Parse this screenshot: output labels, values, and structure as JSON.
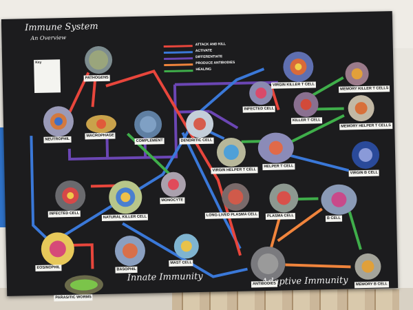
{
  "title": "Immune System",
  "subtitle": "An Overview",
  "key_heading": "Key",
  "legend": [
    {
      "label": "ATTACK AND KILL",
      "color": "#e8463c"
    },
    {
      "label": "ACTIVATE",
      "color": "#3a78d8"
    },
    {
      "label": "DIFFERENTIATE",
      "color": "#6b46b4"
    },
    {
      "label": "PRODUCE ANTIBODIES",
      "color": "#f0843c"
    },
    {
      "label": "HEALING",
      "color": "#3fae4a"
    }
  ],
  "sections": {
    "innate": "Innate Immunity",
    "adaptive": "Adaptive Immunity"
  },
  "cells": [
    {
      "id": "pathogens",
      "label": "PATHOGENS"
    },
    {
      "id": "neutrophil",
      "label": "NEUTROPHIL"
    },
    {
      "id": "macrophage",
      "label": "MACROPHAGE"
    },
    {
      "id": "complement",
      "label": "COMPLEMENT"
    },
    {
      "id": "dendritic",
      "label": "DENDRITIC CELL"
    },
    {
      "id": "infected1",
      "label": "INFECTED CELL"
    },
    {
      "id": "nk",
      "label": "NATURAL KILLER CELL"
    },
    {
      "id": "monocyte",
      "label": "MONOCYTE"
    },
    {
      "id": "eosinophil",
      "label": "EOSINOPHIL"
    },
    {
      "id": "basophil",
      "label": "BASOPHIL"
    },
    {
      "id": "mast",
      "label": "MAST CELL"
    },
    {
      "id": "parasitic",
      "label": "PARASITIC WORMS"
    },
    {
      "id": "virgin_killer",
      "label": "VIRGIN KILLER T CELL"
    },
    {
      "id": "infected2",
      "label": "INFECTED CELL"
    },
    {
      "id": "killer_t",
      "label": "KILLER T CELL"
    },
    {
      "id": "memory_killer",
      "label": "MEMORY KILLER T CELLS"
    },
    {
      "id": "memory_helper",
      "label": "MEMORY HELPER T CELLS"
    },
    {
      "id": "virgin_helper",
      "label": "VIRGIN HELPER T CELL"
    },
    {
      "id": "helper_t",
      "label": "HELPER T CELL"
    },
    {
      "id": "virgin_b",
      "label": "VIRGIN B CELL"
    },
    {
      "id": "long_plasma",
      "label": "LONG-LIVED PLASMA CELL"
    },
    {
      "id": "plasma",
      "label": "PLASMA CELL"
    },
    {
      "id": "b_cell",
      "label": "B CELL"
    },
    {
      "id": "antibodies",
      "label": "ANTIBODIES"
    },
    {
      "id": "memory_b",
      "label": "MEMORY B CELL"
    }
  ],
  "colors": {
    "board": "#1c1c1e",
    "attack": "#e8463c",
    "activate": "#3a78d8",
    "differentiate": "#6b46b4",
    "antibodies": "#f0843c",
    "healing": "#3fae4a"
  }
}
